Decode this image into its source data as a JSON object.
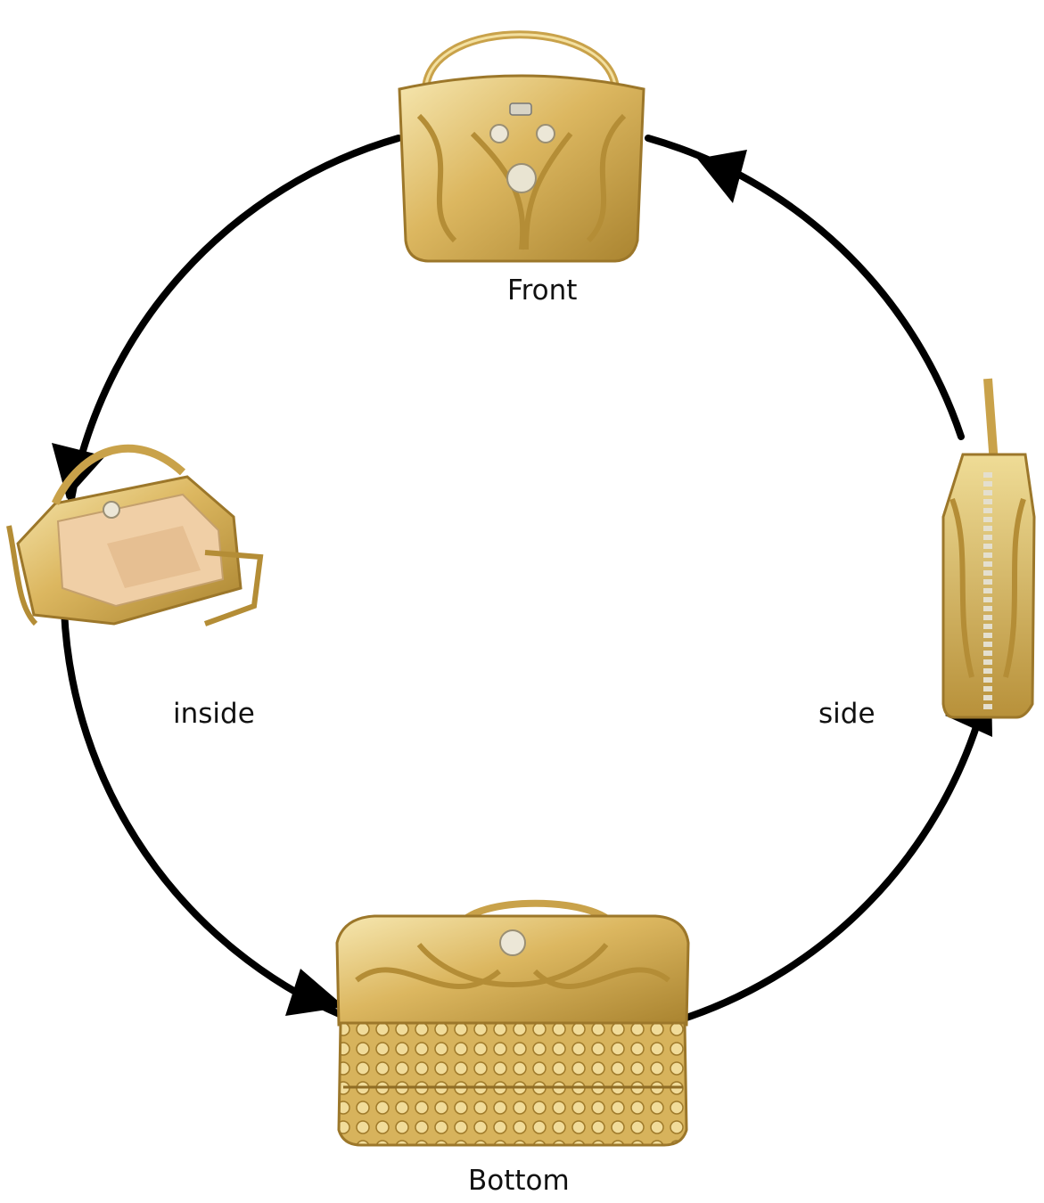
{
  "diagram": {
    "views": {
      "front": "Front",
      "inside": "inside",
      "side": "side",
      "bottom": "Bottom"
    },
    "colors": {
      "arrow": "#000000",
      "gold_light": "#f3e2a4",
      "gold_mid": "#d9b25a",
      "gold_dark": "#a8822d",
      "lining": "#f0cfa6",
      "background": "#ffffff"
    },
    "icons": [
      "handbag-front-image",
      "handbag-inside-image",
      "handbag-side-image",
      "handbag-bottom-image"
    ]
  }
}
